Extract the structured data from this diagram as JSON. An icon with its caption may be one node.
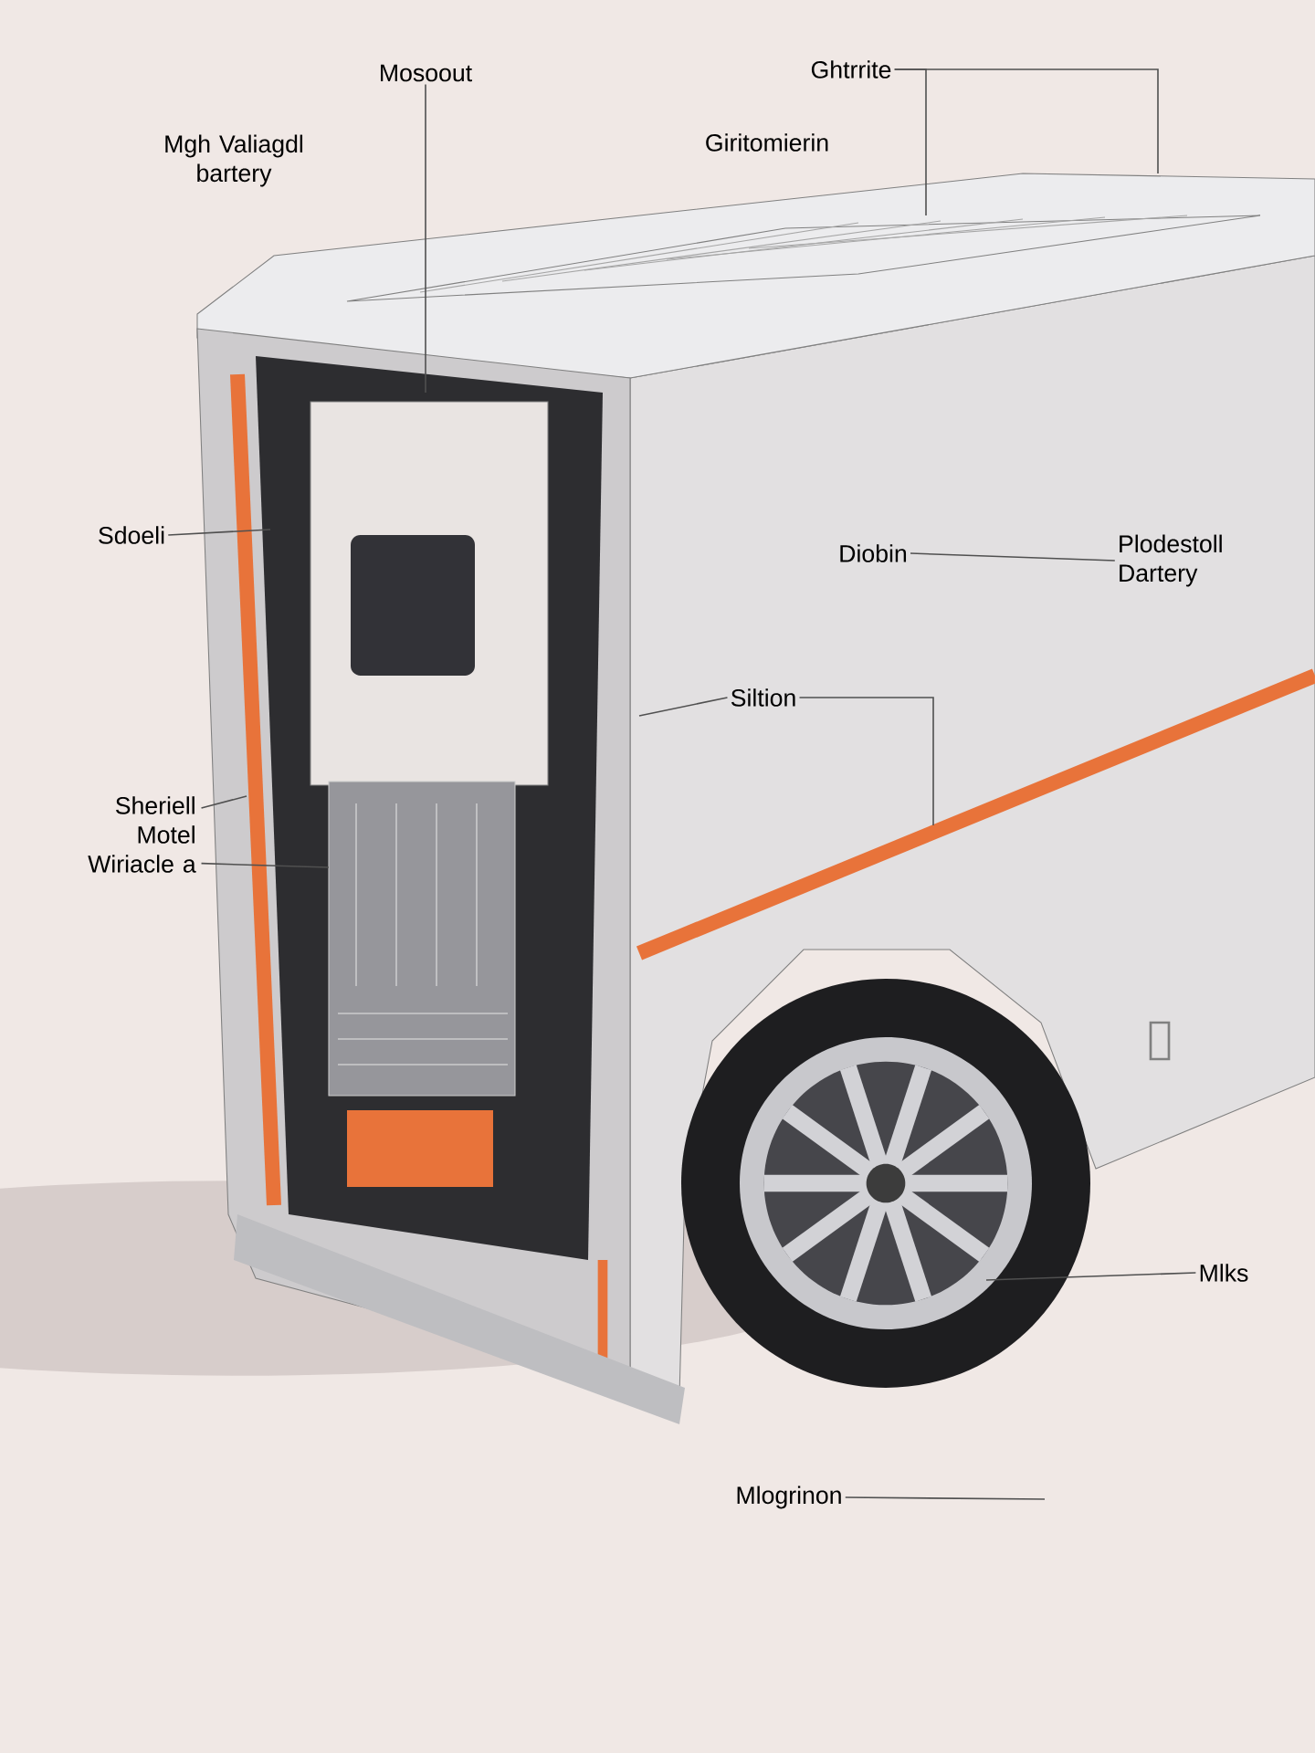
{
  "diagram": {
    "nodes": [
      {
        "text": [
          "Mosoout"
        ]
      },
      {
        "text": [
          "Ghtrrite"
        ]
      },
      {
        "text": [
          "Sdoeli"
        ]
      },
      {
        "text": [
          "Diobin"
        ]
      },
      {
        "text": [
          "Plodestoll Dartery"
        ]
      },
      {
        "text": [
          "Siltion"
        ]
      },
      {
        "text": [
          "Sheriell Motel Wiriacle a"
        ]
      },
      {
        "text": [
          "Mlks"
        ]
      },
      {
        "text": [
          "Mlogrinon"
        ]
      }
    ],
    "edges": [
      {
        "from": 0,
        "to": null,
        "arrow": "none"
      },
      {
        "from": 1,
        "to": null,
        "arrow": "none"
      },
      {
        "from": 1,
        "to": null,
        "arrow": "none"
      },
      {
        "from": 2,
        "to": null,
        "arrow": "none"
      },
      {
        "from": 3,
        "to": 4,
        "arrow": "none"
      },
      {
        "from": 5,
        "to": null,
        "arrow": "none"
      },
      {
        "from": 5,
        "to": null,
        "arrow": "none"
      },
      {
        "from": 6,
        "to": null,
        "arrow": "none"
      },
      {
        "from": 6,
        "to": null,
        "arrow": "none"
      },
      {
        "from": 7,
        "to": null,
        "arrow": "none"
      },
      {
        "from": 8,
        "to": null,
        "arrow": "none"
      }
    ],
    "labels": [
      "Mgh Valiagdl bartery",
      "Giritomierin"
    ]
  }
}
